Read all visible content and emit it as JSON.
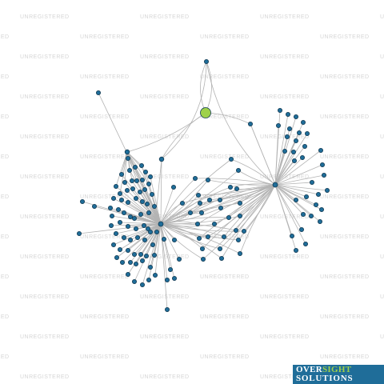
{
  "watermark": {
    "text": "UNREGISTERED"
  },
  "logo": {
    "word1_a": "OVER",
    "word1_b": "SIGHT",
    "word2": "SOLUTIONS"
  },
  "colors": {
    "edge": "#b3b3b3",
    "node": "#1f6d99",
    "node_stroke": "#123a52",
    "focus_node": "#9ed14a",
    "watermark": "#d6d6d6"
  },
  "graph": {
    "focus_node": "company",
    "clusters": [
      {
        "id": "left-hub",
        "satellites": 78
      },
      {
        "id": "right-hub",
        "satellites": 33
      },
      {
        "id": "bridge",
        "satellites": 30
      }
    ]
  }
}
